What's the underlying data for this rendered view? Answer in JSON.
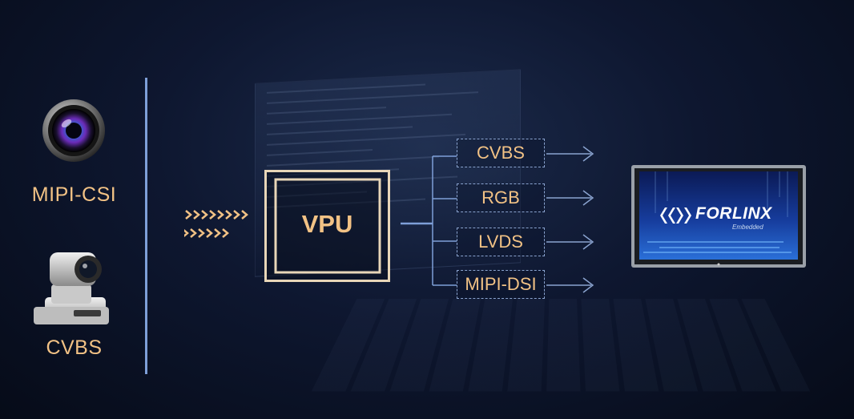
{
  "sources": [
    {
      "label": "MIPI-CSI",
      "icon": "camera-lens-icon"
    },
    {
      "label": "CVBS",
      "icon": "ptz-camera-icon"
    }
  ],
  "processor": {
    "label": "VPU"
  },
  "outputs": [
    {
      "label": "CVBS"
    },
    {
      "label": "RGB"
    },
    {
      "label": "LVDS"
    },
    {
      "label": "MIPI-DSI"
    }
  ],
  "display": {
    "brand": "FORLINX",
    "tagline": "Embedded",
    "icon": "monitor-icon"
  },
  "colors": {
    "accent_text": "#f2c285",
    "line": "#7e9fd8",
    "background": "#0e1730"
  }
}
